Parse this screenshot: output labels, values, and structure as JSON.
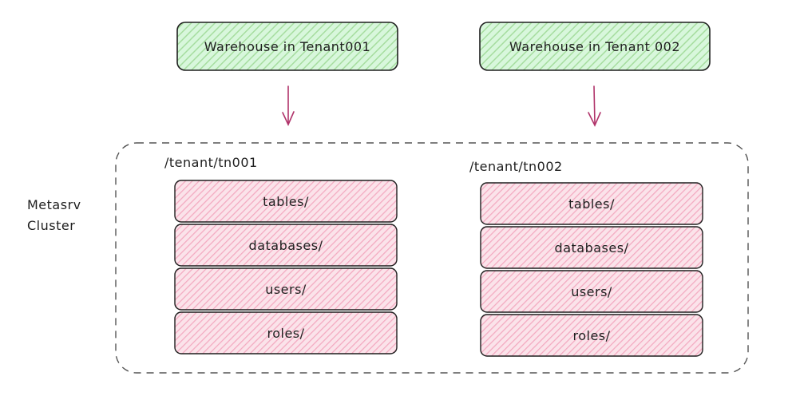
{
  "warehouses": [
    {
      "label": "Warehouse in Tenant001"
    },
    {
      "label": "Warehouse in Tenant 002"
    }
  ],
  "cluster": {
    "label_line1": "Metasrv",
    "label_line2": "Cluster"
  },
  "tenants": [
    {
      "path": "/tenant/tn001",
      "items": [
        "tables/",
        "databases/",
        "users/",
        "roles/"
      ]
    },
    {
      "path": "/tenant/tn002",
      "items": [
        "tables/",
        "databases/",
        "users/",
        "roles/"
      ]
    }
  ],
  "colors": {
    "warehouse_fill": "#b2f2bb",
    "warehouse_hatch": "#8fd18f",
    "item_fill": "#ffc9d9",
    "item_hatch": "#f08aa8",
    "arrow": "#b0336a",
    "stroke": "#1e1e1e",
    "dashed": "#555555"
  }
}
